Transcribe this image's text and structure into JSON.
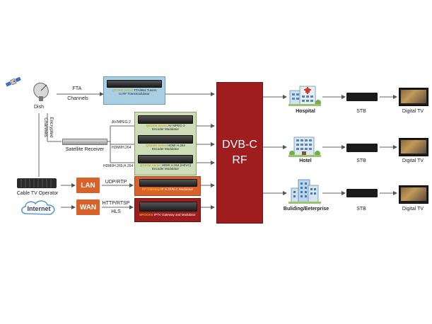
{
  "sources": {
    "dish": "Dish",
    "satellite_receiver": "Satellite Receiver",
    "cable_tv_operator": "Cable TV Operator",
    "internet": "Internet"
  },
  "links": {
    "fta": "FTA",
    "channels": "Channels",
    "encrypted_channels": "Encrypted Channels",
    "av_mpeg2": "AV/MPEG-2",
    "hdmi_h264": "HDMI/H.264",
    "hdmi_h265_h264": "HDMI/H.265,H.264",
    "udp_rtp": "UDP/RTP",
    "http_rtsp": "HTTP/RTSP",
    "hls": "HLS"
  },
  "tags": {
    "lan": "LAN",
    "wan": "WAN"
  },
  "equipment": {
    "transmodulator": {
      "series": "QG24M Series",
      "line1": " FTA/Bss Tuners",
      "line2": "to RF Transmodulator"
    },
    "encoder_av": {
      "series": "QG24M Series",
      "line1": " AV MPEG-2",
      "line2": "Encoder Modulator"
    },
    "encoder_hdmi264": {
      "series": "QG24M Series",
      "line1": " HDMI H.264",
      "line2": "Encoder Modulator"
    },
    "encoder_hdmi265": {
      "series": "QG24M Series",
      "line1": " HDMI H.264 (HEVC)",
      "line2": "Encoder Modulator"
    },
    "ip_gateway": {
      "series": "RF Gateway",
      "line1": " IP to DVB-C Modulator"
    },
    "iptv_gateway": {
      "series": "BROOKS",
      "line1": " IPTV Gateway and Modulator"
    }
  },
  "core": {
    "line1": "DVB-C",
    "line2": "RF"
  },
  "destinations": [
    {
      "site": "Hospital",
      "stb": "STB",
      "tv": "Digital TV"
    },
    {
      "site": "Hotel",
      "stb": "STB",
      "tv": "Digital TV"
    },
    {
      "site": "Buliding/Eeterprise",
      "stb": "STB",
      "tv": "Digital TV"
    }
  ],
  "colors": {
    "core_red": "#a01d1f",
    "orange": "#d9622b",
    "green_panel": "#cdddb8",
    "blue_panel": "#a9cfe3",
    "series_yellow": "#ffd21f"
  }
}
